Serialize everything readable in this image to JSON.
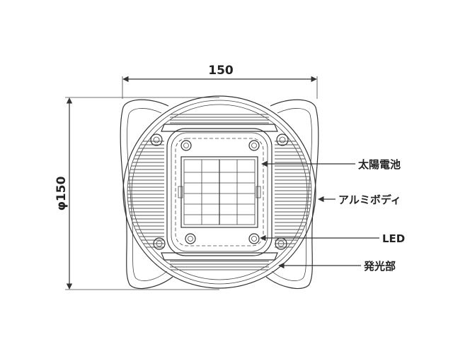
{
  "dimensions": {
    "width_label": "150",
    "diameter_label": "φ150"
  },
  "callouts": [
    {
      "id": "solar",
      "label": "太陽電池"
    },
    {
      "id": "body",
      "label": "アルミボディ"
    },
    {
      "id": "led",
      "label": "LED"
    },
    {
      "id": "emitter",
      "label": "発光部"
    }
  ],
  "colors": {
    "line": "#333333",
    "background": "#ffffff"
  }
}
